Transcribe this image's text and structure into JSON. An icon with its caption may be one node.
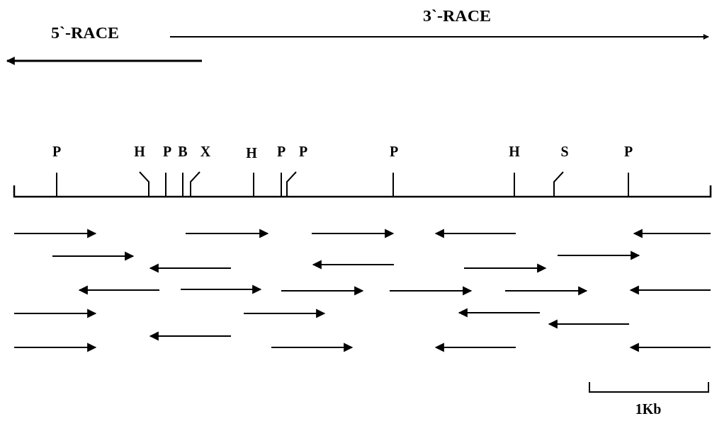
{
  "diagram": {
    "labels": [
      "5`-RACE",
      "3`-RACE",
      "P",
      "H",
      "P",
      "B",
      "X",
      "H",
      "P",
      "P",
      "P",
      "H",
      "S",
      "P",
      "1Kb"
    ]
  }
}
